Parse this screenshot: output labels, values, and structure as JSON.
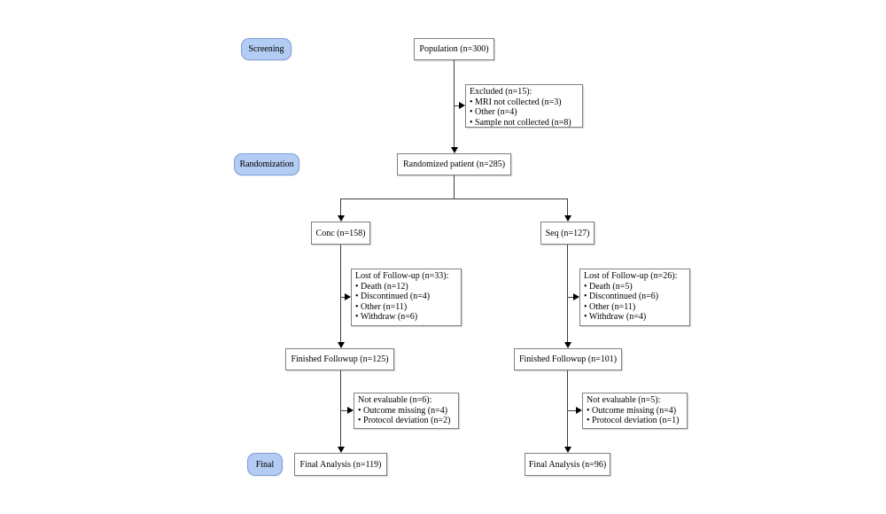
{
  "diagram": {
    "stages": {
      "screening": "Screening",
      "randomization": "Randomization",
      "final": "Final"
    },
    "nodes": {
      "population": {
        "text": "Population (n=300)"
      },
      "excluded": {
        "title": "Excluded (n=15):",
        "items": [
          "MRI not collected (n=3)",
          "Other (n=4)",
          "Sample not collected (n=8)"
        ]
      },
      "randomized": {
        "text": "Randomized patient (n=285)"
      },
      "conc": {
        "text": "Conc (n=158)"
      },
      "seq": {
        "text": "Seq (n=127)"
      },
      "lost_conc": {
        "title": "Lost of Follow-up (n=33):",
        "items": [
          "Death (n=12)",
          "Discontinued (n=4)",
          "Other (n=11)",
          "Withdraw (n=6)"
        ]
      },
      "lost_seq": {
        "title": "Lost of Follow-up (n=26):",
        "items": [
          "Death (n=5)",
          "Discontinued (n=6)",
          "Other (n=11)",
          "Withdraw (n=4)"
        ]
      },
      "finished_conc": {
        "text": "Finished Followup (n=125)"
      },
      "finished_seq": {
        "text": "Finished Followup (n=101)"
      },
      "noteval_conc": {
        "title": "Not evaluable (n=6):",
        "items": [
          "Outcome missing (n=4)",
          "Protocol deviation (n=2)"
        ]
      },
      "noteval_seq": {
        "title": "Not evaluable (n=5):",
        "items": [
          "Outcome missing (n=4)",
          "Protocol deviation (n=1)"
        ]
      },
      "final_conc": {
        "text": "Final Analysis (n=119)"
      },
      "final_seq": {
        "text": "Final Analysis (n=96)"
      }
    },
    "colors": {
      "stage_fill": "#b3ccf3",
      "stage_border": "#7e9ed9",
      "box_border": "#808080",
      "box_fill": "#ffffff",
      "line": "#3f3f3f",
      "arrow": "#000000",
      "text": "#000000",
      "background": "#ffffff"
    }
  }
}
